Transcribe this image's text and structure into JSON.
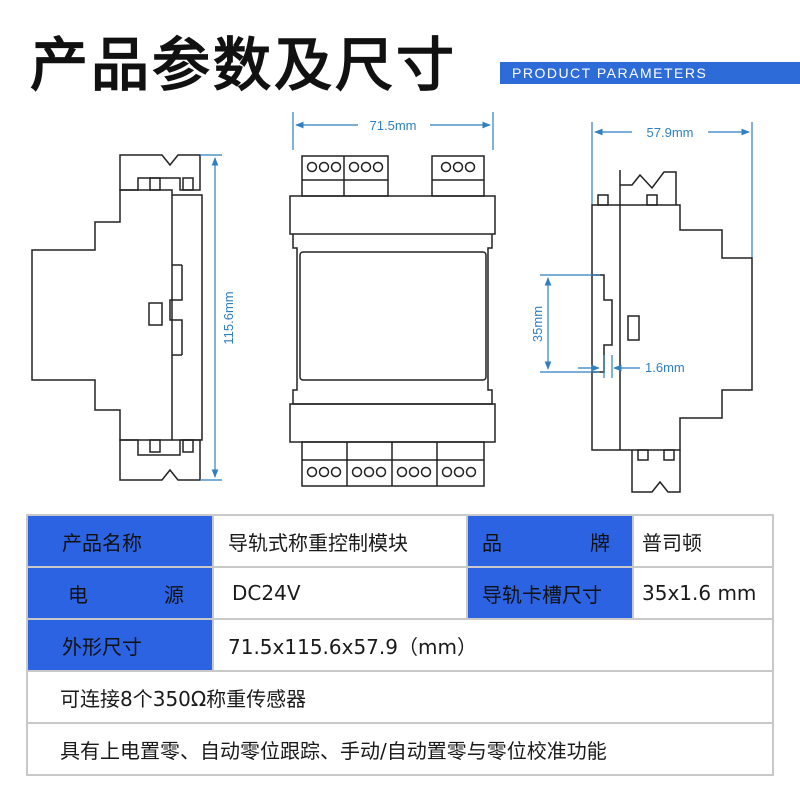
{
  "header": {
    "title": "产品参数及尺寸",
    "subtitle": "PRODUCT PARAMETERS"
  },
  "dimensions": {
    "width": "71.5mm",
    "height": "115.6mm",
    "depth": "57.9mm",
    "rail_height": "35mm",
    "rail_thickness": "1.6mm"
  },
  "specs": {
    "name_label": "产品名称",
    "name_value": "导轨式称重控制模块",
    "brand_label_1": "品",
    "brand_label_2": "牌",
    "brand_value": "普司顿",
    "power_label_1": "电",
    "power_label_2": "源",
    "power_value": "DC24V",
    "rail_label": "导轨卡槽尺寸",
    "rail_value": "35x1.6 mm",
    "size_label": "外形尺寸",
    "size_value": "71.5x115.6x57.9（mm）",
    "feature_1": "可连接8个350Ω称重传感器",
    "feature_2": "具有上电置零、自动零位跟踪、手动/自动置零与零位校准功能"
  },
  "colors": {
    "accent_blue": "#2b63e3",
    "dimension_blue": "#2f7fc1",
    "outline": "#222222"
  }
}
